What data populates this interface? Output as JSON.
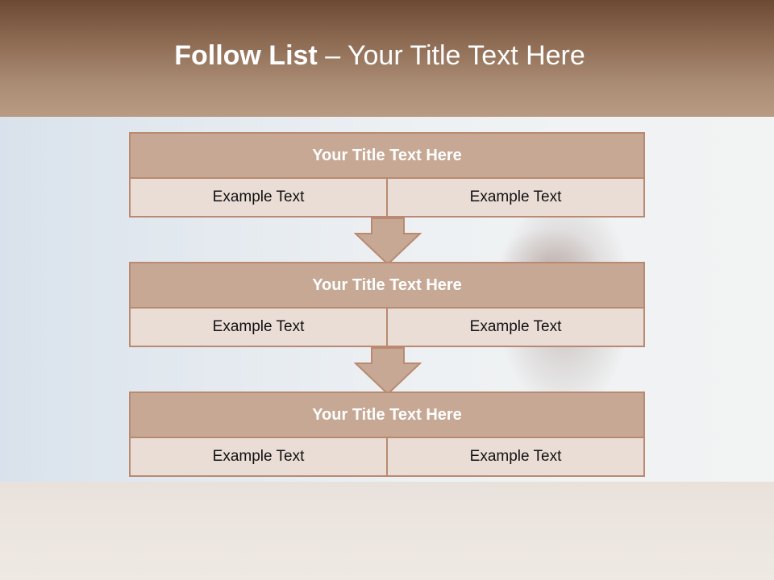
{
  "header": {
    "title_bold": "Follow List",
    "title_rest": " – Your Title Text Here"
  },
  "panels": [
    {
      "title": "Your Title Text Here",
      "left": "Example Text",
      "right": "Example Text"
    },
    {
      "title": "Your Title Text Here",
      "left": "Example Text",
      "right": "Example Text"
    },
    {
      "title": "Your Title Text Here",
      "left": "Example Text",
      "right": "Example Text"
    }
  ],
  "colors": {
    "header_dark": "#6b4a34",
    "panel_title_bg": "#c6a894",
    "panel_row_bg": "#eaddd6",
    "border": "#b98a71"
  },
  "icons": [
    "down-arrow-icon"
  ]
}
